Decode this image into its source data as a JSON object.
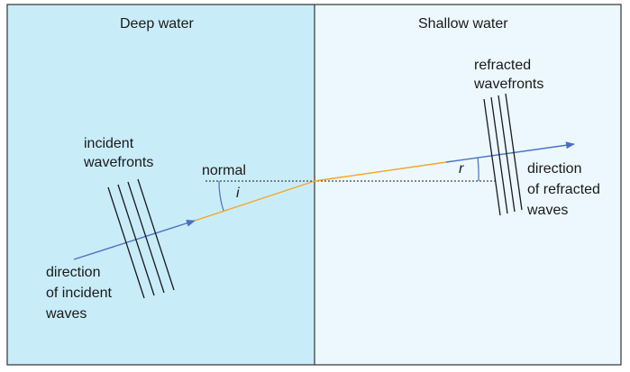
{
  "regions": {
    "deep": {
      "title": "Deep water",
      "color": "#c9ecf9"
    },
    "shallow": {
      "title": "Shallow water",
      "color": "#ecf8fd"
    }
  },
  "labels": {
    "incident_wavefronts": [
      "incident",
      "wavefronts"
    ],
    "refracted_wavefronts": [
      "refracted",
      "wavefronts"
    ],
    "normal": "normal",
    "incident_direction": [
      "direction",
      "of incident",
      "waves"
    ],
    "refracted_direction": [
      "direction",
      "of refracted",
      "waves"
    ],
    "angle_incidence": "i",
    "angle_refraction": "r"
  },
  "colors": {
    "ray": "#4a6fc2",
    "ray_near_boundary": "#f5a623",
    "wavefront": "#1a1a1a",
    "border": "#333333",
    "angle_arc": "#4a6fc2"
  }
}
